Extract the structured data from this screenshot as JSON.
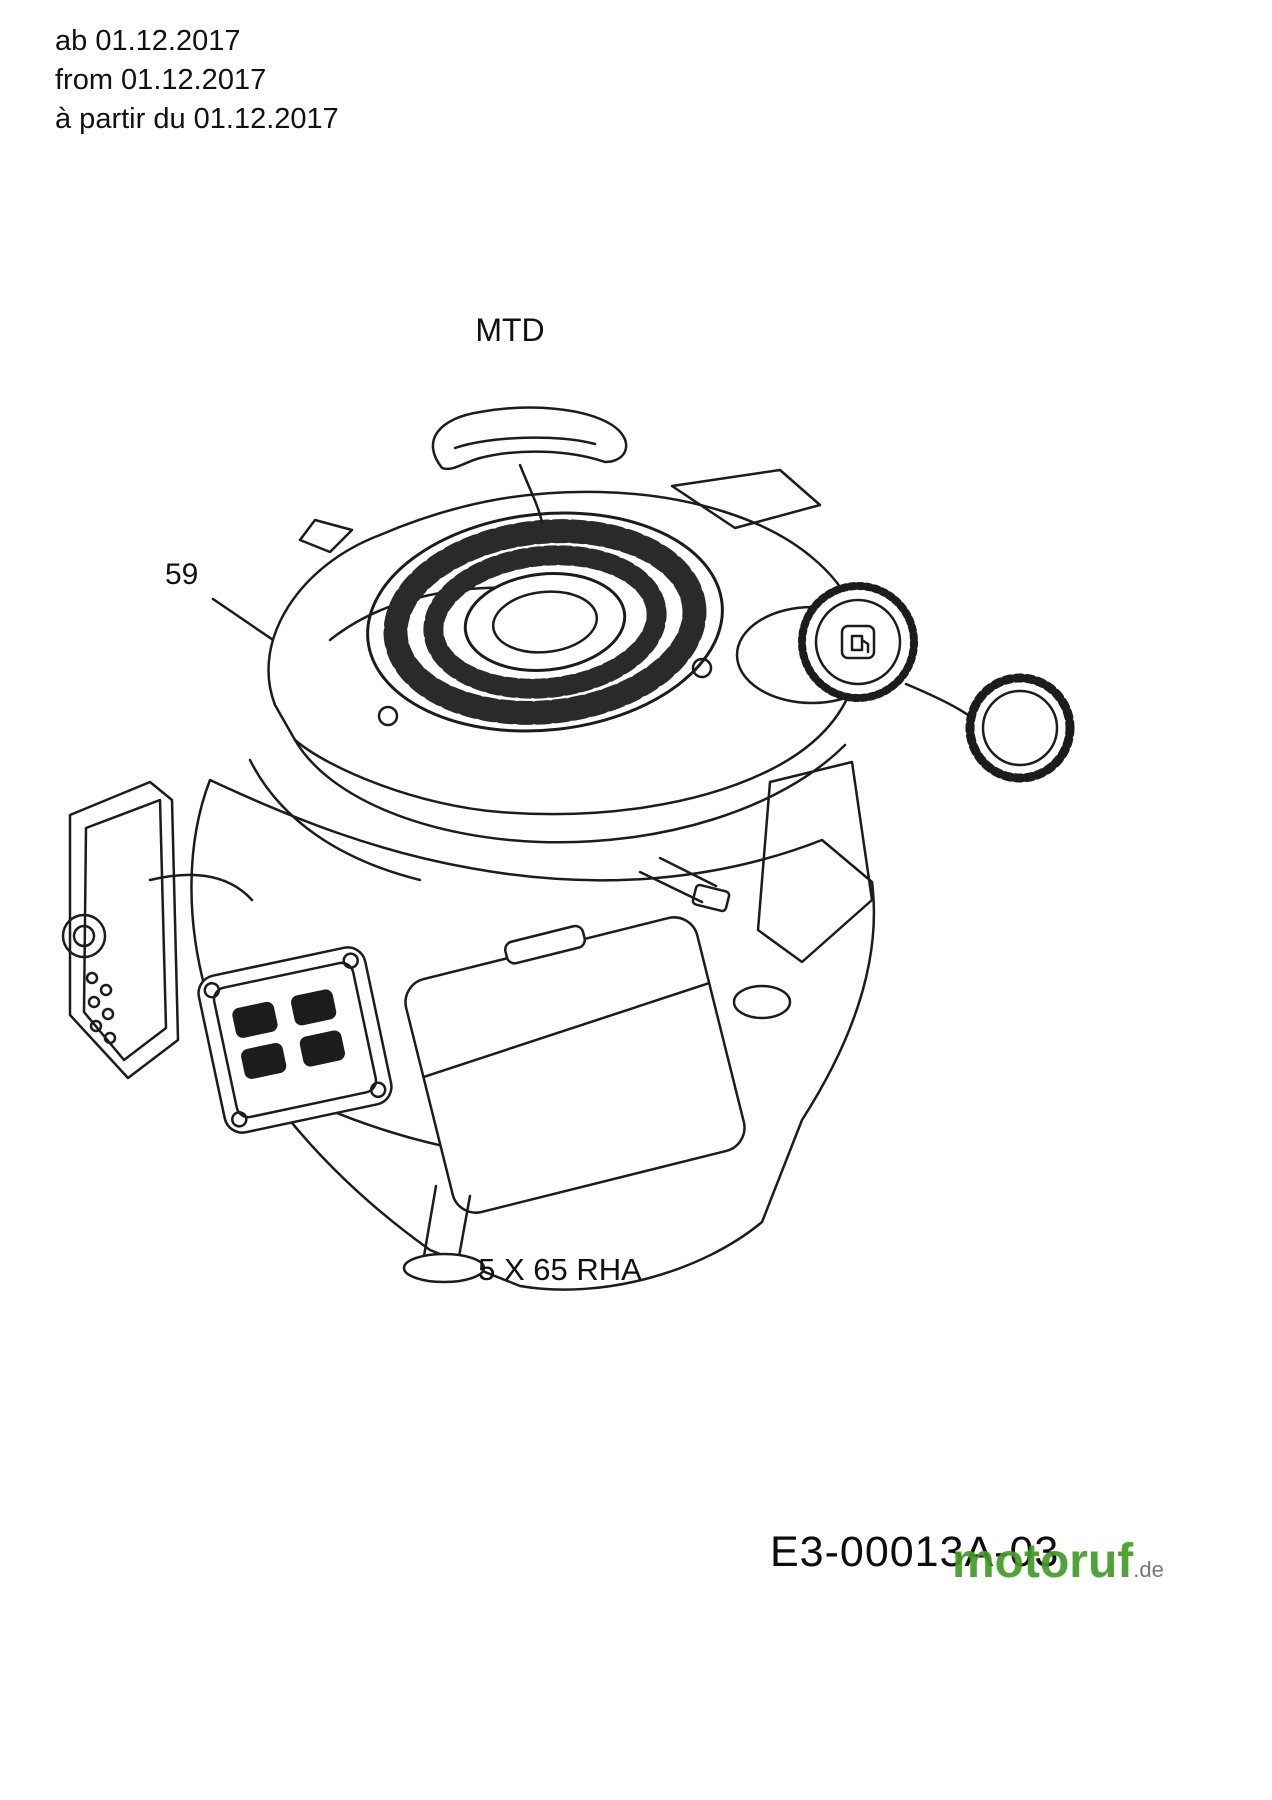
{
  "header": {
    "validity": [
      "ab 01.12.2017",
      "from 01.12.2017",
      "à partir du 01.12.2017"
    ]
  },
  "diagram": {
    "brand": "MTD",
    "callouts": [
      {
        "ref": "59"
      }
    ],
    "model": "5 X 65 RHA"
  },
  "footer": {
    "document_number": "E3-00013A-03"
  },
  "watermark": {
    "text": "motoruf",
    "suffix": ".de",
    "color": "#3f9e23"
  }
}
